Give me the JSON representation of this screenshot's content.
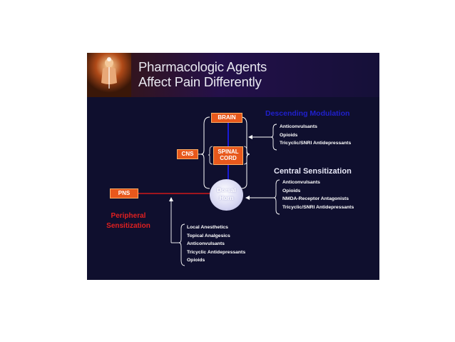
{
  "title": {
    "line1": "Pharmacologic Agents",
    "line2": "Affect Pain Differently"
  },
  "boxes": {
    "brain": "BRAIN",
    "spinal_cord": "SPINAL CORD",
    "cns": "CNS",
    "pns": "PNS"
  },
  "dorsal_horn": "Dorsal Horn",
  "descending": {
    "heading": "Descending Modulation",
    "items": [
      "Anticonvulsants",
      "Opioids",
      "Tricyclic/SNRI Antidepressants"
    ]
  },
  "central": {
    "heading": "Central Sensitization",
    "items": [
      "Anticonvulsants",
      "Opioids",
      "NMDA-Receptor Antagonists",
      "Tricyclic/SNRI Antidepressants"
    ]
  },
  "peripheral": {
    "heading": "Peripheral Sensitization",
    "items": [
      "Local Anesthetics",
      "Topical Analgesics",
      "Anticonvulsants",
      "Tricyclic Antidepressants",
      "Opioids"
    ]
  },
  "colors": {
    "slide_bg": "#0f0f2e",
    "box_orange": "#e8581c",
    "descending_heading": "#2020cc",
    "central_heading": "#e8e8f8",
    "peripheral_heading": "#e02020",
    "connector_red": "#d01818",
    "connector_blue": "#1a1ad8"
  }
}
